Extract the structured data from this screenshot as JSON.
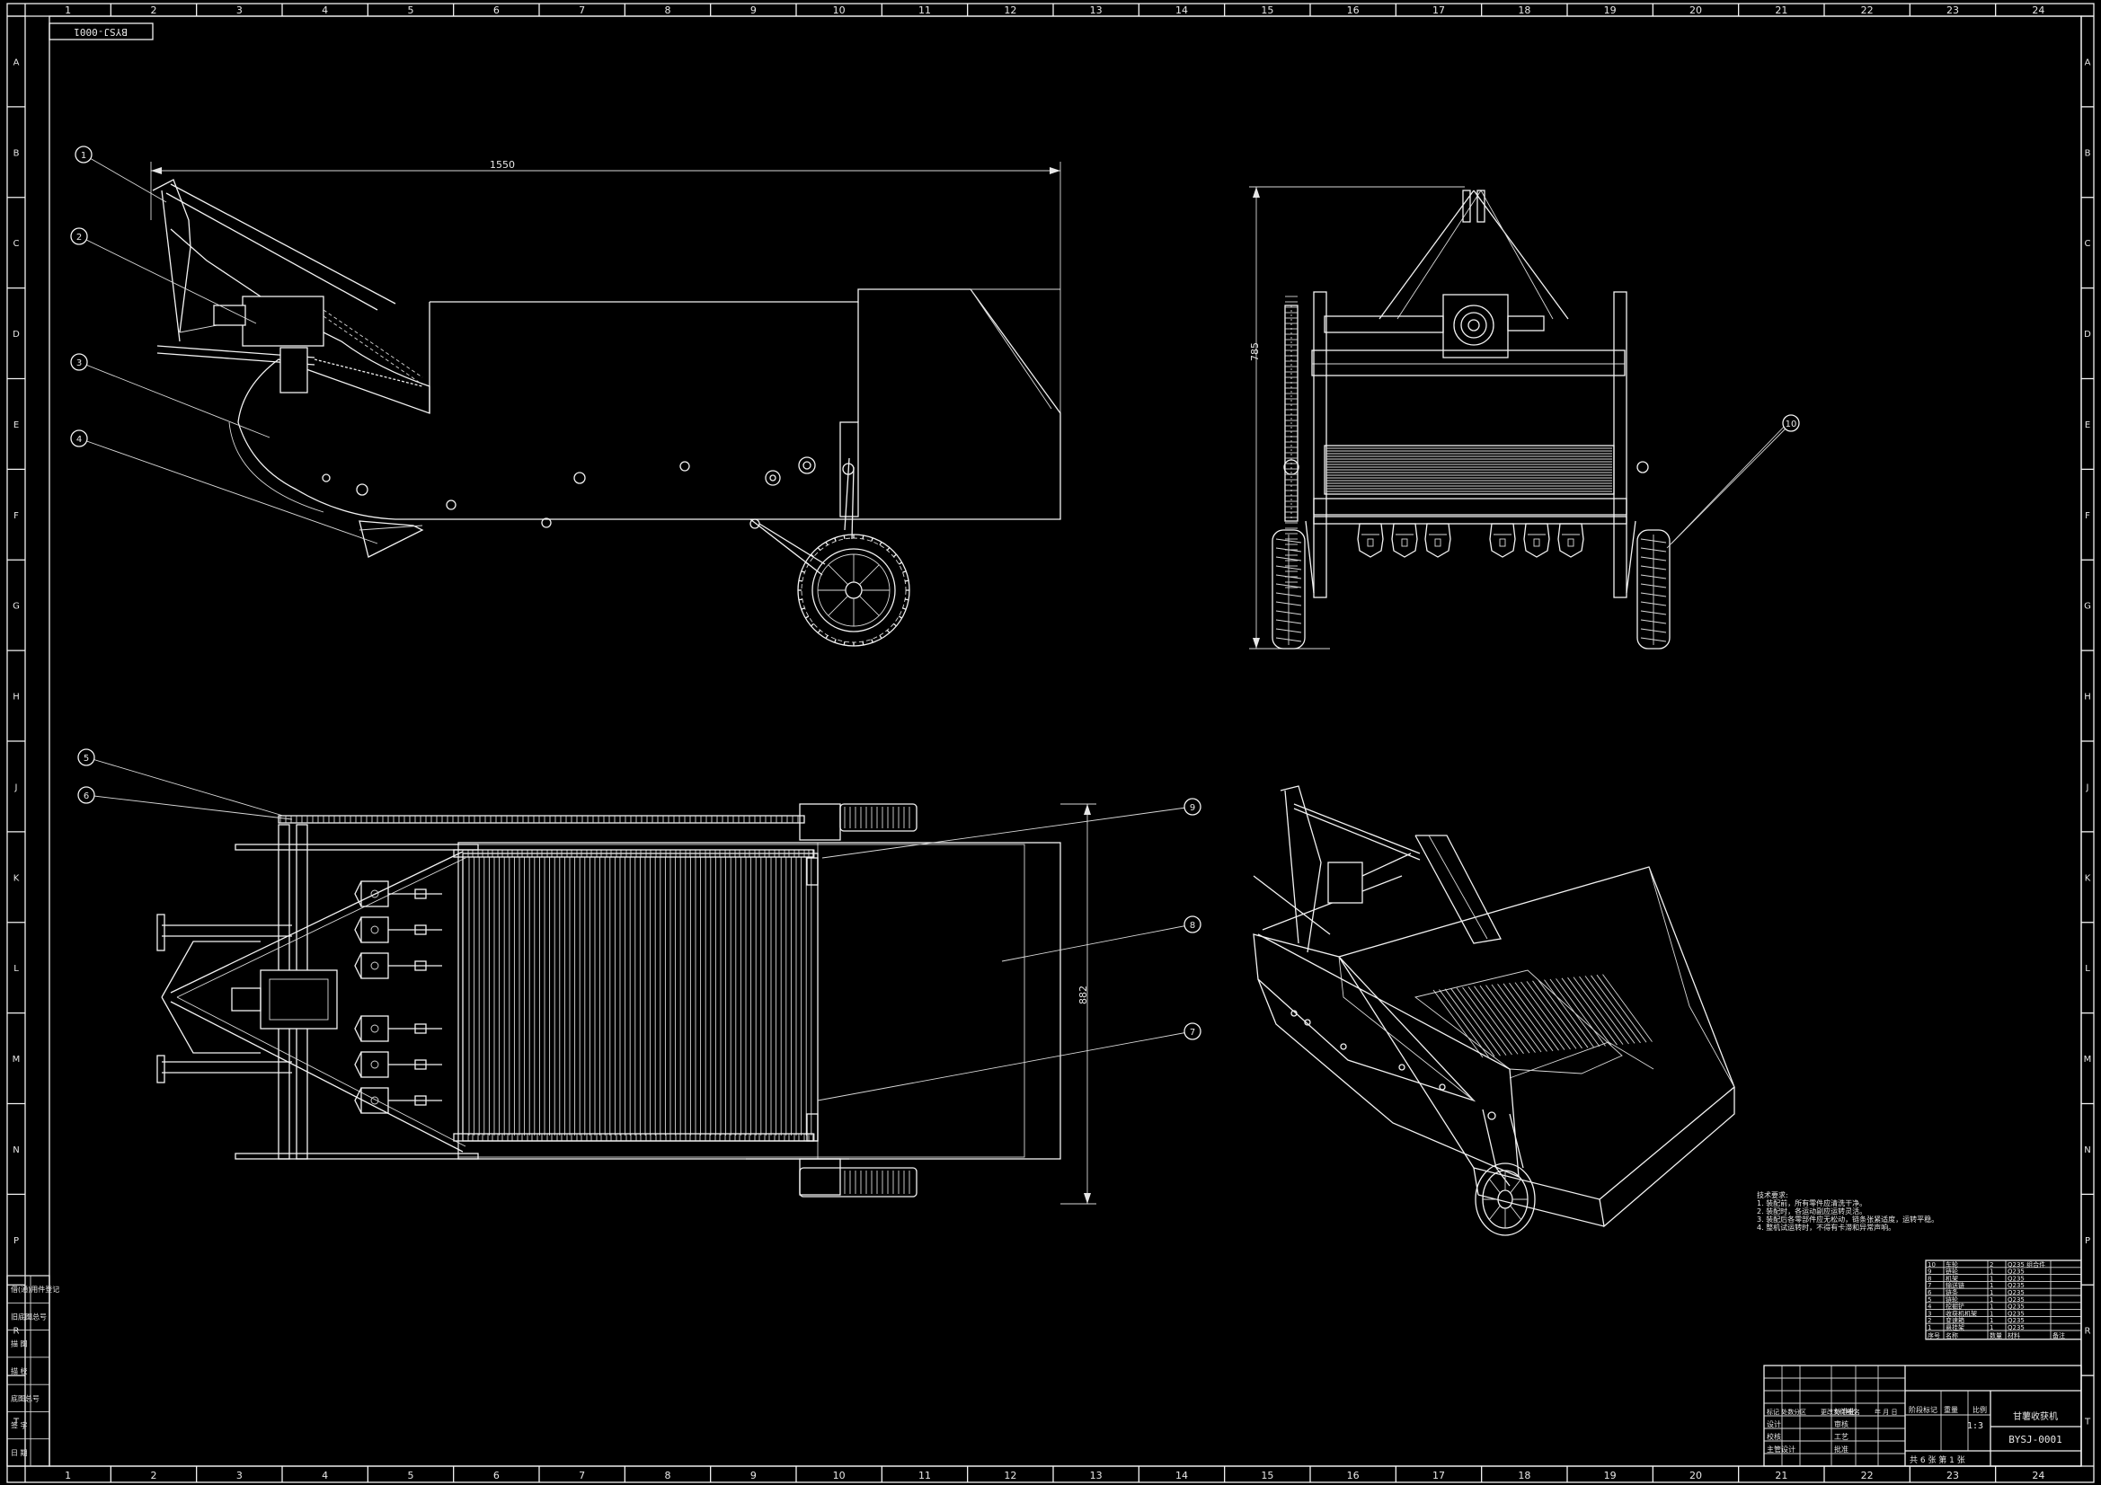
{
  "sheet": {
    "drawing_number": "BYSJ-0001",
    "drawing_number_mirrored": "BYSJ-0001",
    "title": "甘薯收获机",
    "scale": "1:3",
    "sheet_info": "共 6 张  第 1 张",
    "colors": {
      "background": "#000000",
      "line": "#f2f2f2"
    }
  },
  "grid": {
    "columns": [
      "1",
      "2",
      "3",
      "4",
      "5",
      "6",
      "7",
      "8",
      "9",
      "10",
      "11",
      "12",
      "13",
      "14",
      "15",
      "16",
      "17",
      "18",
      "19",
      "20",
      "21",
      "22",
      "23",
      "24"
    ],
    "rows": [
      "A",
      "B",
      "C",
      "D",
      "E",
      "F",
      "G",
      "H",
      "J",
      "K",
      "L",
      "M",
      "N",
      "P",
      "R",
      "T"
    ]
  },
  "dimensions": {
    "length": "1550",
    "height": "785",
    "width": "882"
  },
  "balloons": [
    "1",
    "2",
    "3",
    "4",
    "5",
    "6",
    "7",
    "8",
    "9",
    "10"
  ],
  "tech_requirements": [
    "技术要求:",
    "1. 装配前，所有零件应清洗干净。",
    "2. 装配时，各运动副应运转灵活。",
    "3. 装配后各零部件应无松动，链条张紧适度，运转平稳。",
    "4. 整机试运转时，不得有卡滞和异常声响。"
  ],
  "bom": {
    "rows": [
      {
        "no": "10",
        "name": "车轮",
        "qty": "2",
        "material": "Q235 组合件"
      },
      {
        "no": "9",
        "name": "链轮",
        "qty": "1",
        "material": "Q235"
      },
      {
        "no": "8",
        "name": "机架",
        "qty": "1",
        "material": "Q235"
      },
      {
        "no": "7",
        "name": "输送链",
        "qty": "1",
        "material": "Q235"
      },
      {
        "no": "6",
        "name": "链条",
        "qty": "1",
        "material": "Q235"
      },
      {
        "no": "5",
        "name": "链轮",
        "qty": "1",
        "material": "Q235"
      },
      {
        "no": "4",
        "name": "挖掘铲",
        "qty": "1",
        "material": "Q235"
      },
      {
        "no": "3",
        "name": "收获机机架",
        "qty": "1",
        "material": "Q235"
      },
      {
        "no": "2",
        "name": "变速箱",
        "qty": "1",
        "material": "Q235"
      },
      {
        "no": "1",
        "name": "悬挂架",
        "qty": "1",
        "material": "Q235"
      }
    ],
    "header": [
      "序号",
      "名称",
      "数量",
      "材料",
      "备注"
    ]
  },
  "title_block": {
    "row_labels": [
      "标记 处数",
      "分区",
      "更改文件号",
      "签名",
      "年 月 日"
    ],
    "roles": [
      "设计",
      "校核",
      "主管设计",
      "审核",
      "工艺",
      "批准"
    ],
    "std": "标准化",
    "stage": "阶段标记",
    "weight": "重量",
    "ratio": "比例"
  },
  "side_table": {
    "rows": [
      "借(通)用件登记",
      "旧底图总号",
      "描 图",
      "描 校",
      "底图总号",
      "签 字",
      "日 期"
    ]
  }
}
